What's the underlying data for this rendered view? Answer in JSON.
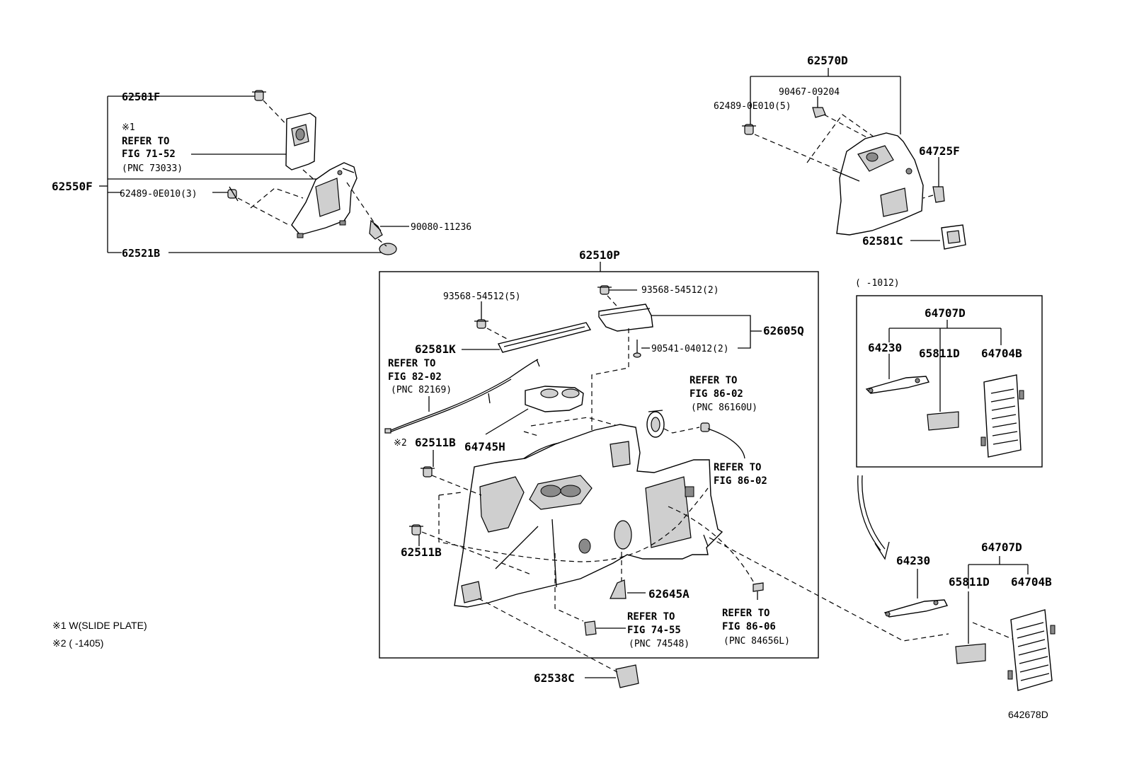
{
  "labels": {
    "p62581F": "62581F",
    "note1_mark": "※1",
    "note1_refer": "REFER TO",
    "note1_fig": "FIG 71-52",
    "note1_pnc": "(PNC 73033)",
    "p62550F": "62550F",
    "p62489_0E010_3": "62489-0E010(3)",
    "p90080_11236": "90080-11236",
    "p62521B": "62521B",
    "p62570D": "62570D",
    "p90467_09204": "90467-09204",
    "p62489_0E010_5": "62489-0E010(5)",
    "p64725F": "64725F",
    "p62581C": "62581C",
    "p62510P": "62510P",
    "p93568_54512_5": "93568-54512(5)",
    "p93568_54512_2": "93568-54512(2)",
    "p62605Q": "62605Q",
    "p90541_04012_2": "90541-04012(2)",
    "p62581K": "62581K",
    "ref82_refer": "REFER TO",
    "ref82_fig": "FIG 82-02",
    "ref82_pnc": "(PNC 82169)",
    "ref8602a_refer": "REFER TO",
    "ref8602a_fig": "FIG 86-02",
    "ref8602a_pnc": "(PNC 86160U)",
    "p62511B_a": "62511B",
    "mark2": "※2",
    "p64745H": "64745H",
    "ref8602b_refer": "REFER TO",
    "ref8602b_fig": "FIG 86-02",
    "p62511B_b": "62511B",
    "p62645A": "62645A",
    "ref7455_refer": "REFER TO",
    "ref7455_fig": "FIG 74-55",
    "ref7455_pnc": "(PNC 74548)",
    "ref8606_refer": "REFER TO",
    "ref8606_fig": "FIG 86-06",
    "ref8606_pnc": "(PNC 84656L)",
    "p62538C": "62538C",
    "range_top": "(     -1012)",
    "box_64707D": "64707D",
    "box_64230": "64230",
    "box_65811D": "65811D",
    "box_64704B": "64704B",
    "low_64230": "64230",
    "low_64707D": "64707D",
    "low_65811D": "65811D",
    "low_64704B": "64704B",
    "legend1": "※1 W(SLIDE PLATE)",
    "legend2": "※2 (        -1405)",
    "diagram_id": "642678D"
  }
}
